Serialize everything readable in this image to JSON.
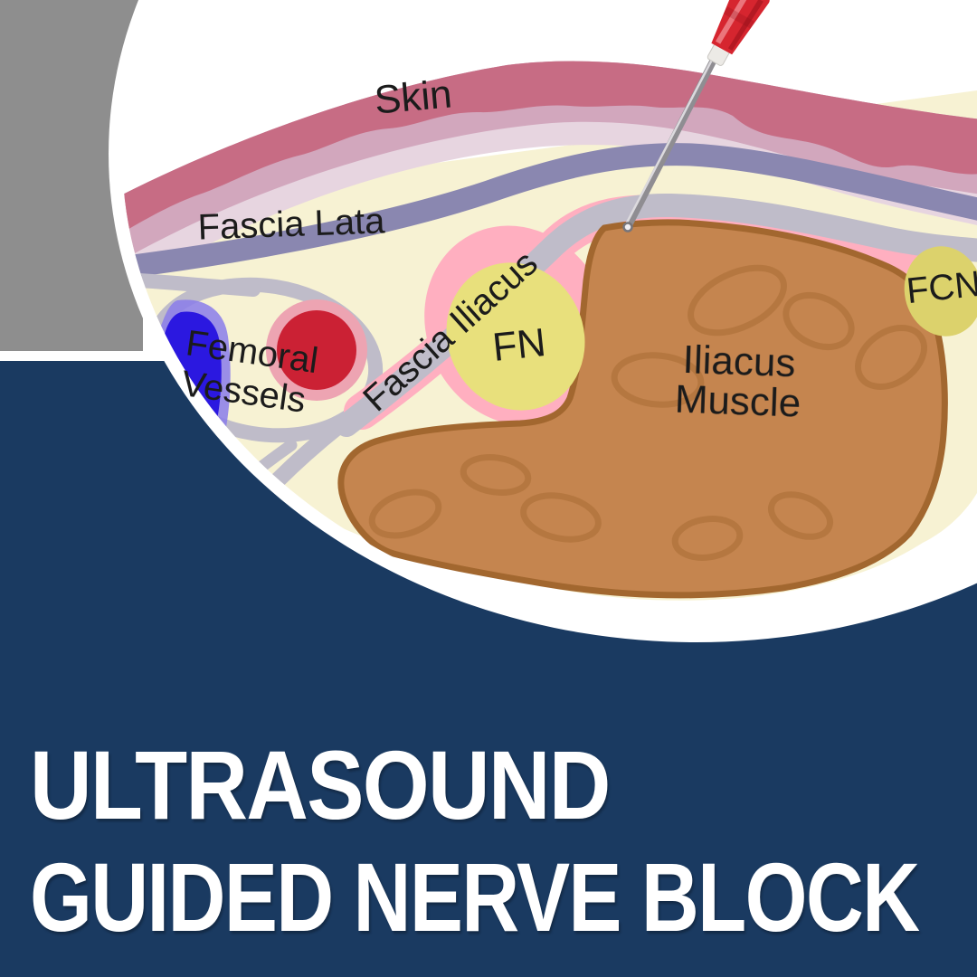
{
  "title": {
    "line1": "ULTRASOUND",
    "line2": "GUIDED NERVE BLOCK"
  },
  "labels": {
    "skin": "Skin",
    "fascia_lata": "Fascia Lata",
    "fascia_iliacus": "Fascia Iliacus",
    "femoral_vessels": {
      "line1": "Femoral",
      "line2": "Vessels"
    },
    "fn": "FN",
    "fcn": "FCN",
    "iliacus_muscle": {
      "line1": "Iliacus",
      "line2": "Muscle"
    }
  },
  "colors": {
    "navy": "#1a3a61",
    "corner_gray": "#8e8e8e",
    "canvas_white": "#ffffff",
    "fat_yellow": "#f7f2d3",
    "skin_dark": "#c76c84",
    "skin_mid": "#d2a7bd",
    "skin_light": "#e7d5e0",
    "fascia_lata": "#8a87b0",
    "fascia_iliaca": "#bfbcc9",
    "anesthetic_pink": "#ffafc0",
    "muscle_brown": "#c5854f",
    "muscle_outline": "#a86a38",
    "fn_yellow": "#e8e07c",
    "fcn_yellow": "#dcd26c",
    "vein_blue": "#2b18e0",
    "vein_halo": "#8a7cea",
    "artery_red": "#cb2134",
    "artery_ring": "#eda4b2",
    "needle_metal": "#8f8d92",
    "needle_hub_red": "#d6252f",
    "label_ink": "#1b1b1b"
  }
}
